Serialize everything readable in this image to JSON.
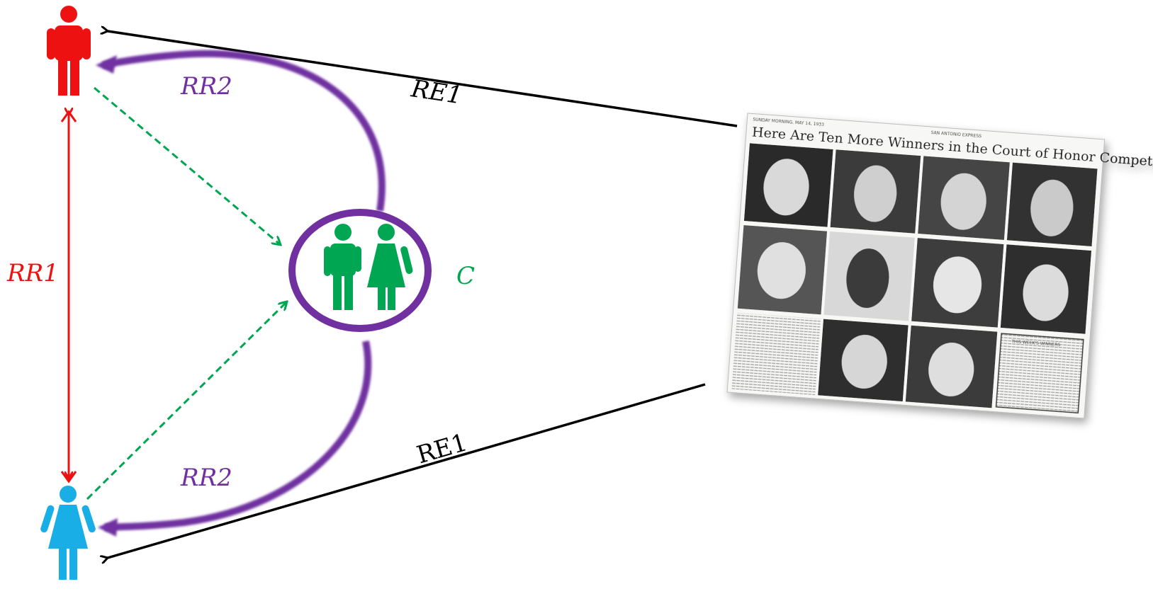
{
  "labels": {
    "rr1": "RR1",
    "rr2_top": "RR2",
    "rr2_bottom": "RR2",
    "re1_top": "RE1",
    "re1_bottom": "RE1",
    "c": "C"
  },
  "newspaper": {
    "dateline": "SUNDAY MORNING, MAY 14, 1933",
    "masthead": "SAN ANTONIO EXPRESS",
    "headline": "Here Are Ten More Winners in the Court of Honor Competition",
    "box_title": "THIS WEEK'S WINNERS"
  },
  "icons": {
    "man": "man-icon",
    "woman": "woman-icon",
    "couple": "couple-icon",
    "newspaper": "newspaper-clipping"
  },
  "colors": {
    "man": "#ee1111",
    "woman": "#1aaee6",
    "couple": "#00a651",
    "ring": "#7030a0",
    "rr1": "#ee1111",
    "rr2": "#7030a0",
    "dashed": "#00a651",
    "re1": "#000000"
  }
}
